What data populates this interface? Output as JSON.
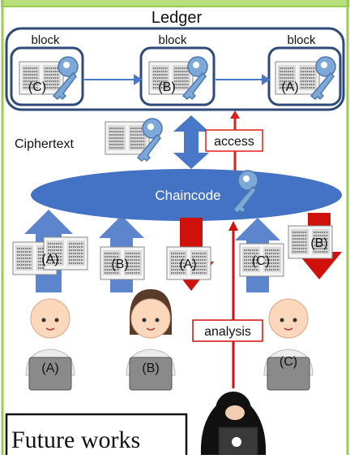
{
  "ledger": {
    "title": "Ledger",
    "blocks": [
      {
        "header": "block",
        "label": "(C)"
      },
      {
        "header": "block",
        "label": "(B)"
      },
      {
        "header": "block",
        "label": "(A)"
      }
    ]
  },
  "labels": {
    "ciphertext": "Ciphertext",
    "access": "access",
    "chaincode": "Chaincode",
    "analysis": "analysis",
    "future_works": "Future works"
  },
  "documents": {
    "up": [
      "(A)",
      "(B)",
      "(C)"
    ],
    "down": [
      "(A)",
      "(B)"
    ]
  },
  "users": [
    "(A)",
    "(B)",
    "(C)"
  ],
  "colors": {
    "frame_green": "#9ccc4f",
    "block_border": "#2f4a7a",
    "chaincode_fill": "#4472c4",
    "arrow_blue": "#4a78c8",
    "arrow_red": "#d0100a",
    "access_red": "#e0201a",
    "key_blue": "#7ea8d8"
  }
}
